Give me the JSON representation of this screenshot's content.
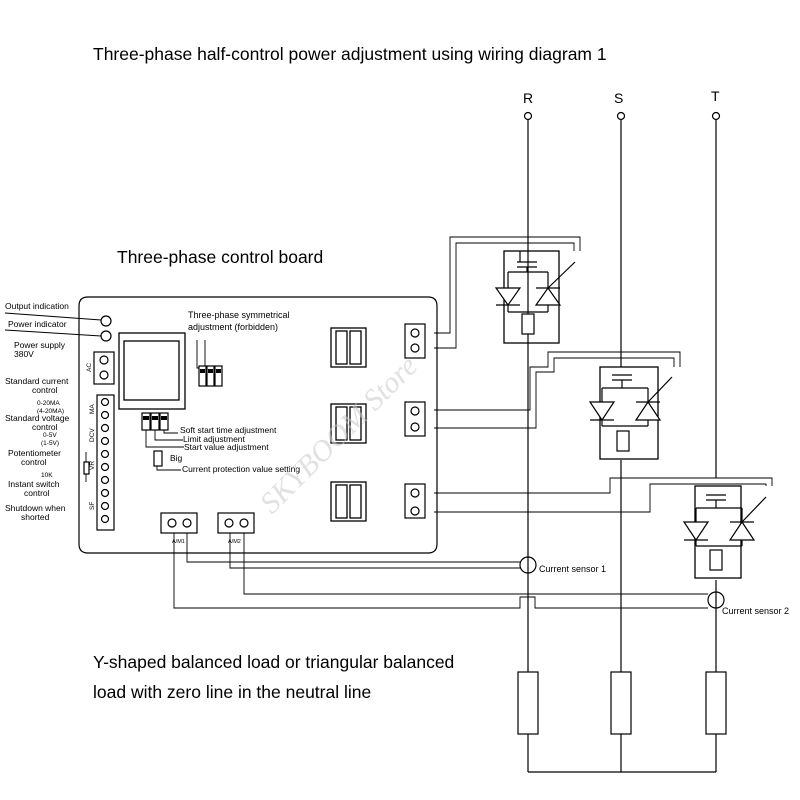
{
  "title": "Three-phase half-control power adjustment using wiring diagram 1",
  "board_title": "Three-phase control board",
  "phases": [
    "R",
    "S",
    "T"
  ],
  "left_labels": {
    "output_indication": "Output indication",
    "power_indicator": "Power indicator",
    "power_supply": [
      "Power supply",
      "380V"
    ],
    "standard_current": [
      "Standard current",
      "control"
    ],
    "ma_range": [
      "0-20MA",
      "(4-20MA)"
    ],
    "standard_voltage": [
      "Standard voltage",
      "control"
    ],
    "v_range": [
      "0-5V",
      "(1-5V)"
    ],
    "potentiometer": [
      "Potentiometer",
      "control"
    ],
    "pot_value": "10K",
    "instant_switch": [
      "Instant switch",
      "control"
    ],
    "shutdown": [
      "Shutdown when",
      "shorted"
    ]
  },
  "board_labels": {
    "symmetrical": [
      "Three-phase symmetrical",
      "adjustment (forbidden)"
    ],
    "soft_start": "Soft start time adjustment",
    "limit": "Limit adjustment",
    "start_value": "Start value adjustment",
    "big": "Big",
    "current_protection": "Current protection value setting",
    "am1": "A/M1",
    "am2": "A/M2"
  },
  "terminal_labels": {
    "ac": "AC",
    "ma": "MA",
    "dcv": "DCV",
    "vr": "VR",
    "sf": "SF"
  },
  "sensors": [
    "Current sensor 1",
    "Current sensor 2"
  ],
  "load_text": [
    "Y-shaped balanced load or triangular balanced",
    "load  with zero line in the neutral line"
  ],
  "watermark": "SKYBOOM Store"
}
